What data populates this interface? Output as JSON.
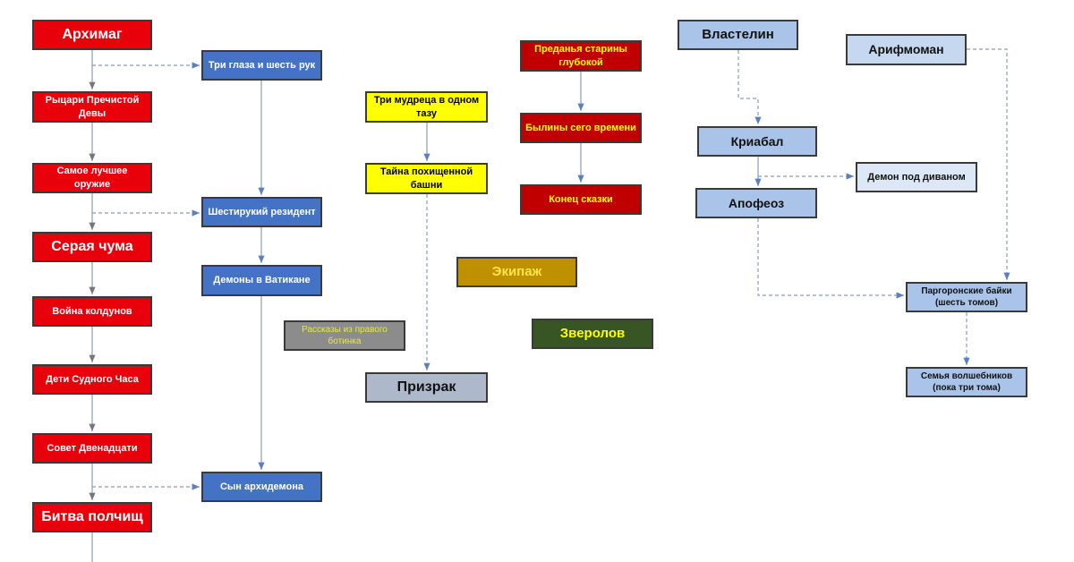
{
  "colors": {
    "red": "#e8000b",
    "blue": "#4472c4",
    "yellow": "#ffff00",
    "dark_red": "#c00000",
    "light_blue": "#a9c4e8",
    "gold": "#bf9000",
    "green": "#375623",
    "gray": "#8c8c8c",
    "slate": "#adb9ca"
  },
  "red_column": [
    "Архимаг",
    "Рыцари Пречистой Девы",
    "Самое лучшее оружие",
    "Серая чума",
    "Война колдунов",
    "Дети Судного Часа",
    "Совет Двенадцати",
    "Битва полчищ"
  ],
  "blue_column": [
    "Три глаза и шесть рук",
    "Шестирукий резидент",
    "Демоны в Ватикане",
    "Сын архидемона"
  ],
  "yellow_column": [
    "Три мудреца в одном тазу",
    "Тайна похищенной башни"
  ],
  "ghost": "Призрак",
  "gray_box": "Рассказы из правого ботинка",
  "dark_red_column": [
    "Преданья старины глубокой",
    "Былины сего времени",
    "Конец сказки"
  ],
  "standalone": {
    "ekipazh": "Экипаж",
    "zverolov": "Зверолов"
  },
  "light_blue": {
    "vlastelin": "Властелин",
    "arifmoman": "Арифмоман",
    "kriabal": "Криабал",
    "demon": "Демон под диваном",
    "apofeoz": "Апофеоз",
    "pargoron": "Паргоронские байки (шесть томов)",
    "semya": "Семья волшебников (пока три тома)"
  }
}
